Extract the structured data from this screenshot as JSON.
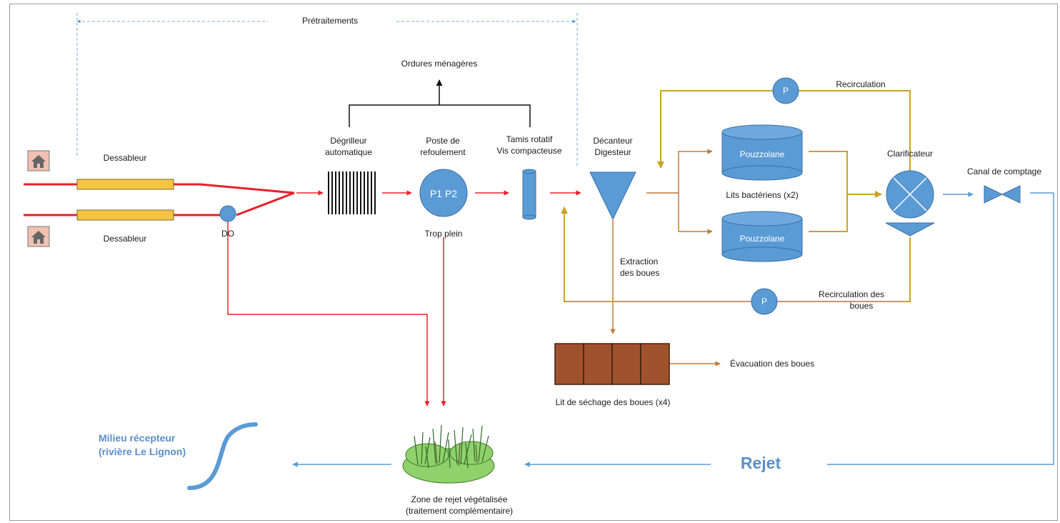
{
  "labels": {
    "pretraitements": "Prétraitements",
    "ordures": "Ordures ménagères",
    "degrilleur_1": "Dégrilleur",
    "degrilleur_2": "automatique",
    "poste_1": "Poste de",
    "poste_2": "refoulement",
    "tamis_1": "Tamis rotatif",
    "tamis_2": "Vis compacteuse",
    "decanteur_1": "Décanteur",
    "decanteur_2": "Digesteur",
    "dessableur_top": "Dessableur",
    "dessableur_bottom": "Dessableur",
    "do": "DO",
    "pump_p1p2": "P1  P2",
    "trop_plein": "Trop plein",
    "pouzzolane_top": "Pouzzolane",
    "pouzzolane_bottom": "Pouzzolane",
    "lits_bacteriens": "Lits bactériens (x2)",
    "recirculation": "Recirculation",
    "pump_p_top": "P",
    "pump_p_bottom": "P",
    "clarificateur": "Clarificateur",
    "canal": "Canal de comptage",
    "extraction_1": "Extraction",
    "extraction_2": "des boues",
    "recirc_boues_1": "Recirculation des",
    "recirc_boues_2": "boues",
    "lit_sechage": "Lit de séchage des boues (x4)",
    "evacuation": "Évacuation des boues",
    "milieu_1": "Milieu récepteur",
    "milieu_2": "(rivière Le Lignon)",
    "rejet": "Rejet",
    "zone_1": "Zone de rejet végétalisée",
    "zone_2": "(traitement complémentaire)"
  },
  "colors": {
    "red_flow": "#e8202a",
    "brown_flow": "#c07a3c",
    "gold_flow": "#c9a227",
    "blue_flow": "#5b9bd5",
    "equipment_blue": "#5b9bd5",
    "dessableur_fill": "#f5c542",
    "sludge_bed": "#a0522d",
    "house_fill": "#f0c0b0",
    "vegetation": "#8fd16a"
  }
}
